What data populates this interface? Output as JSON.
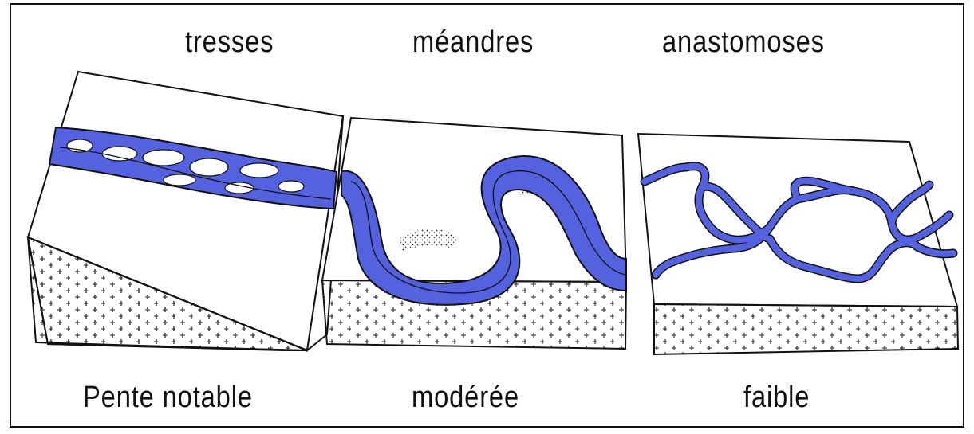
{
  "top_labels": {
    "braided": "tresses",
    "meandering": "méandres",
    "anastomosing": "anastomoses"
  },
  "bottom_labels": {
    "steep": "Pente notable",
    "moderate": "modérée",
    "low": "faible"
  },
  "colors": {
    "water": "#5562e0",
    "outline": "#111111",
    "background": "#ffffff"
  }
}
